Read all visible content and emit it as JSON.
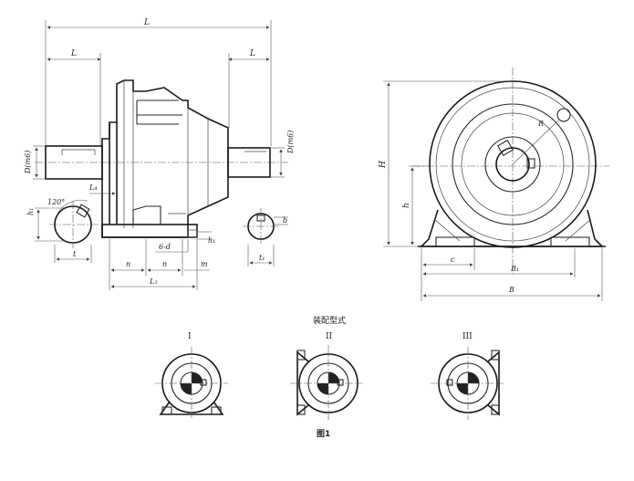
{
  "side_view": {
    "labels": {
      "L": "L",
      "L_left": "L",
      "L_right": "L",
      "D_left": "D(m6)",
      "D_right": "D(m6)",
      "h1": "h₁",
      "angle": "120°",
      "t": "t",
      "t1": "t₁",
      "b": "b",
      "L4": "L₄",
      "n1": "n",
      "n2": "n",
      "m": "m",
      "L5": "L₅",
      "hole": "6-d",
      "h_small": "h₁",
      "b_small": "b"
    }
  },
  "front_view": {
    "labels": {
      "H": "H",
      "h": "h",
      "R": "R",
      "c": "c",
      "B1": "B₁",
      "B": "B"
    }
  },
  "assembly": {
    "title": "装配型式",
    "types": [
      "I",
      "II",
      "III"
    ],
    "figure_caption": "图1"
  }
}
